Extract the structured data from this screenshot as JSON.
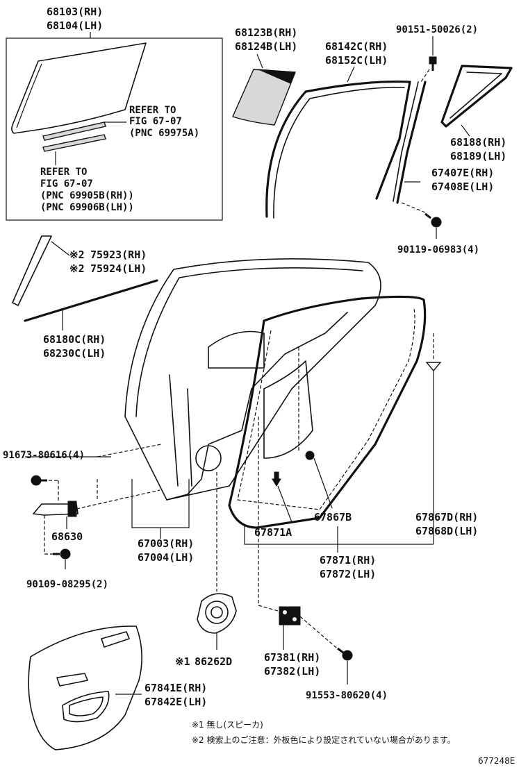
{
  "labels": {
    "glass": [
      "68103(RH)",
      "68104(LH)"
    ],
    "refer1": [
      "REFER TO",
      "FIG 67-07",
      "(PNC 69975A)"
    ],
    "refer2": [
      "REFER TO",
      "FIG 67-07",
      "(PNC 69905B(RH))",
      "(PNC 69906B(LH))"
    ],
    "quarter_glass": [
      "68123B(RH)",
      "68124B(LH)"
    ],
    "run": [
      "68142C(RH)",
      "68152C(LH)"
    ],
    "screw_top": "90151-50026(2)",
    "frame": [
      "68188(RH)",
      "68189(LH)"
    ],
    "channel": [
      "67407E(RH)",
      "67408E(LH)"
    ],
    "bolt_right": "90119-06983(4)",
    "garnish": [
      "75923(RH)",
      "75924(LH)"
    ],
    "garnish_mark": "※2",
    "weatherstrip_belt": [
      "68180C(RH)",
      "68230C(LH)"
    ],
    "bolt_left": "91673-80616(4)",
    "check": "68630",
    "panel": [
      "67003(RH)",
      "67004(LH)"
    ],
    "bolt_check": "90109-08295(2)",
    "clip_a": "67867B",
    "clip_b": "67871A",
    "clip_c": [
      "67867D(RH)",
      "67868D(LH)"
    ],
    "seal": [
      "67871(RH)",
      "67872(LH)"
    ],
    "speaker": "86262D",
    "speaker_mark": "※1",
    "lock": [
      "67381(RH)",
      "67382(LH)"
    ],
    "bolt_lock": "91553-80620(4)",
    "trim": [
      "67841E(RH)",
      "67842E(LH)"
    ]
  },
  "notes": [
    "※1 無し(スピーカ)",
    "※2 検索上のご注意：外板色により設定されていない場合があります。"
  ],
  "figure_id": "677248E"
}
